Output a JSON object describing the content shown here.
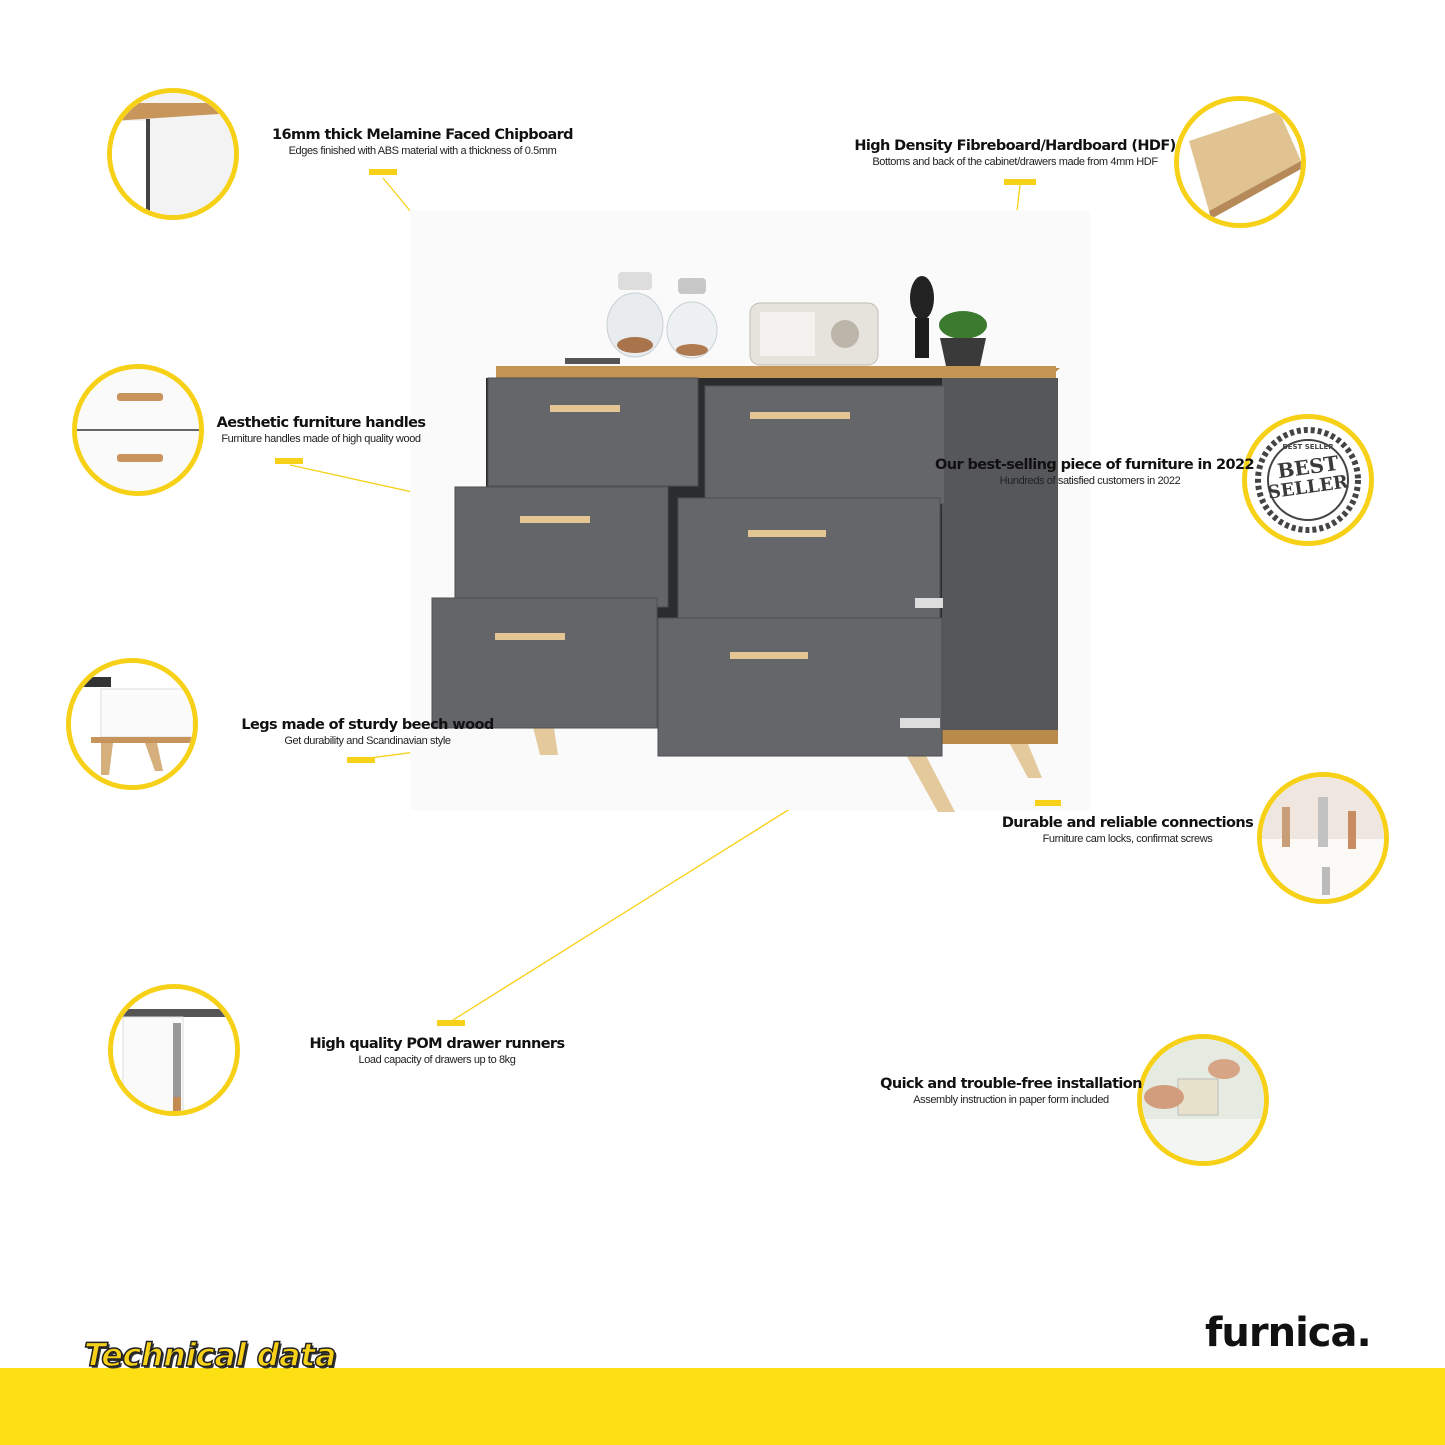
{
  "features": [
    {
      "id": "chipboard",
      "title": "16mm thick Melamine Faced Chipboard",
      "subtitle": "Edges  finished with ABS material with a thickness of 0.5mm"
    },
    {
      "id": "hdf",
      "title": "High Density Fibreboard/Hardboard (HDF)",
      "subtitle": "Bottoms and back of the cabinet/drawers made from 4mm HDF"
    },
    {
      "id": "handles",
      "title": "Aesthetic furniture handles",
      "subtitle": "Furniture handles made of high quality wood"
    },
    {
      "id": "bestseller",
      "title": "Our best-selling piece of furniture in 2022",
      "subtitle": "Hundreds of satisfied customers in 2022"
    },
    {
      "id": "legs",
      "title": "Legs made of sturdy beech wood",
      "subtitle": "Get durability and Scandinavian style"
    },
    {
      "id": "connections",
      "title": "Durable and reliable connections",
      "subtitle": "Furniture cam locks, confirmat screws"
    },
    {
      "id": "runners",
      "title": "High quality POM drawer runners",
      "subtitle": "Load capacity of drawers up to 8kg"
    },
    {
      "id": "installation",
      "title": "Quick and trouble-free installation",
      "subtitle": "Assembly instruction in paper form included"
    }
  ],
  "badge": {
    "top_text": "BEST SELLER",
    "line1": "BEST",
    "line2": "SELLER"
  },
  "footer": {
    "technical_data": "Technical data",
    "brand": "furnica."
  },
  "colors": {
    "accent": "#f7d117",
    "band": "#fde013",
    "cabinet": "#5e6062",
    "oak": "#b98a4a",
    "beech": "#e4c99c"
  }
}
